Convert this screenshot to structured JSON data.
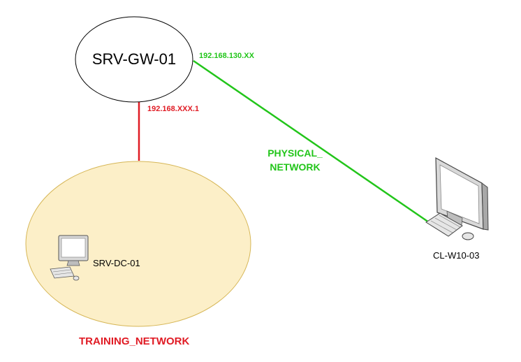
{
  "nodes": {
    "gateway": {
      "label": "SRV-GW-01"
    },
    "domain_controller": {
      "label": "SRV-DC-01"
    },
    "client": {
      "label": "CL-W10-03"
    }
  },
  "links": {
    "physical": {
      "ip": "192.168.130.XX",
      "network_label_line1": "PHYSICAL_",
      "network_label_line2": "NETWORK",
      "color": "#22c51a"
    },
    "training": {
      "ip": "192.168.XXX.1",
      "color": "#e01b24"
    }
  },
  "zones": {
    "training_network": {
      "label": "TRAINING_NETWORK",
      "fill": "#fcefc8",
      "stroke": "#d6b656"
    }
  },
  "icons": [
    "monitor-icon",
    "keyboard-icon",
    "mouse-icon"
  ]
}
